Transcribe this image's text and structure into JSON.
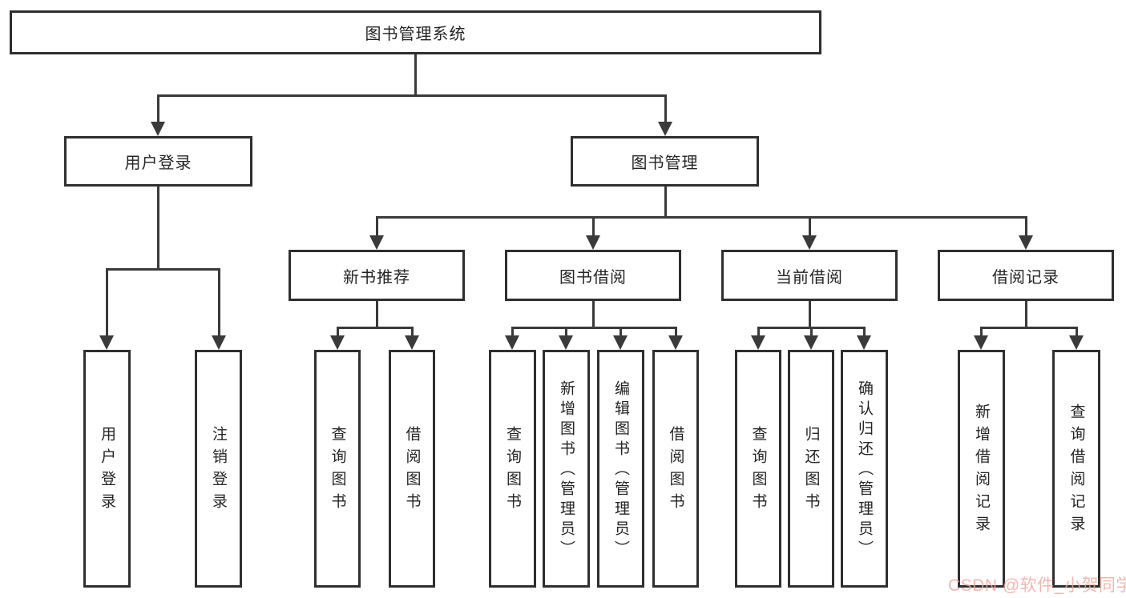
{
  "colors": {
    "line": "#3a3a3a",
    "box_border": "#2f2f2f",
    "text": "#242424",
    "background": "#ffffff",
    "watermark": "#eda79d"
  },
  "tree": {
    "label": "图书管理系统",
    "children": [
      {
        "label": "用户登录",
        "children": [
          {
            "label": "用户登录"
          },
          {
            "label": "注销登录"
          }
        ]
      },
      {
        "label": "图书管理",
        "children": [
          {
            "label": "新书推荐",
            "children": [
              {
                "label": "查询图书"
              },
              {
                "label": "借阅图书"
              }
            ]
          },
          {
            "label": "图书借阅",
            "children": [
              {
                "label": "查询图书"
              },
              {
                "label": "新增图书（管理员）"
              },
              {
                "label": "编辑图书（管理员）"
              },
              {
                "label": "借阅图书"
              }
            ]
          },
          {
            "label": "当前借阅",
            "children": [
              {
                "label": "查询图书"
              },
              {
                "label": "归还图书"
              },
              {
                "label": "确认归还（管理员）"
              }
            ]
          },
          {
            "label": "借阅记录",
            "children": [
              {
                "label": "新增借阅记录"
              },
              {
                "label": "查询借阅记录"
              }
            ]
          }
        ]
      }
    ]
  },
  "watermark": {
    "text": "CSDN @软件_小贺同学"
  }
}
